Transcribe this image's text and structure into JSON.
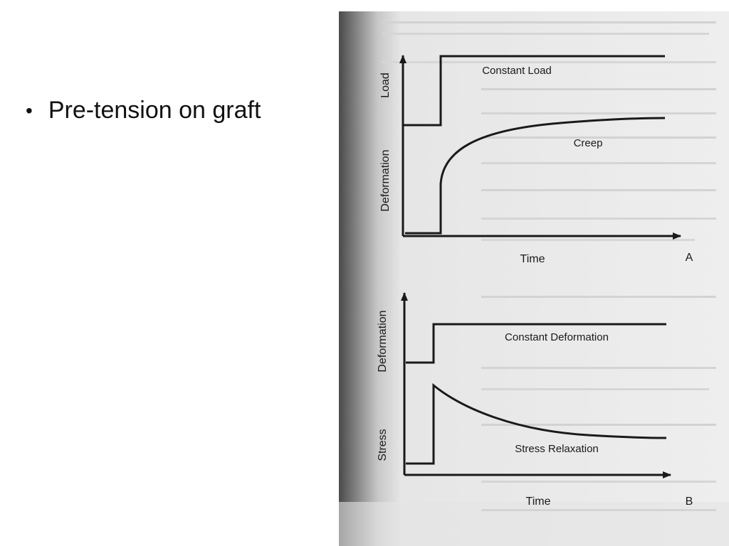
{
  "slide": {
    "bullet": "Pre-tension on graft"
  },
  "diagram": {
    "panel_a": {
      "y_label_top": "Load",
      "y_label_bottom": "Deformation",
      "curve_top_label": "Constant Load",
      "curve_bottom_label": "Creep",
      "x_label": "Time",
      "panel_letter": "A"
    },
    "panel_b": {
      "y_label_top": "Deformation",
      "y_label_bottom": "Stress",
      "curve_top_label": "Constant Deformation",
      "curve_bottom_label": "Stress Relaxation",
      "x_label": "Time",
      "panel_letter": "B"
    }
  },
  "colors": {
    "ink": "#1a1a1a",
    "paper": "#ededed",
    "bleed_text": "#b9b9b9"
  }
}
